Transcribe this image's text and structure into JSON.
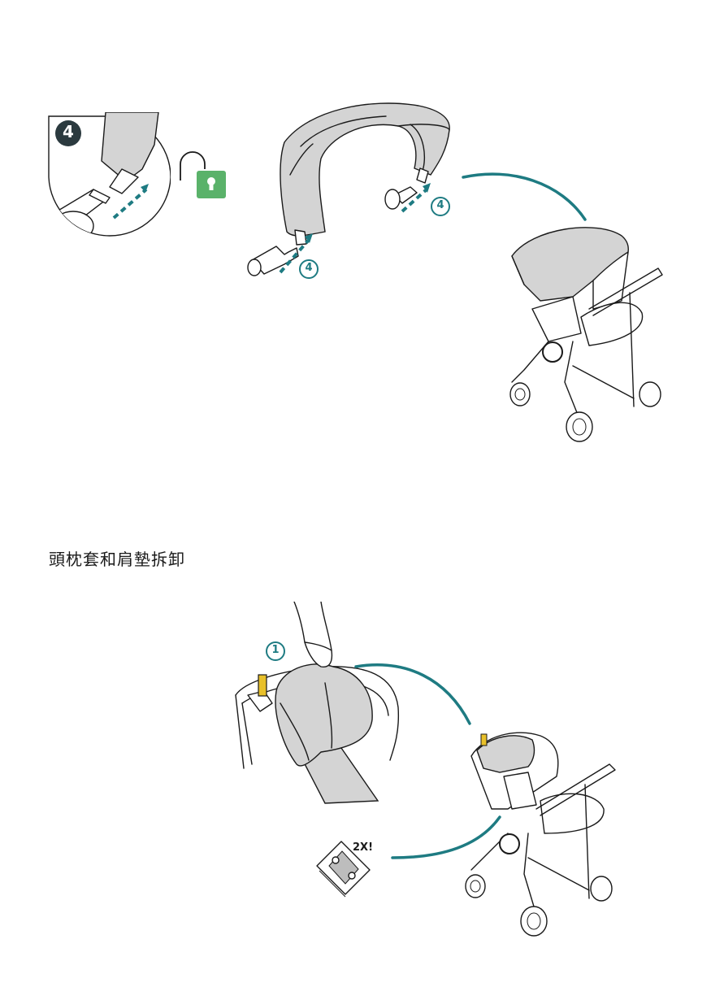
{
  "colors": {
    "accent_teal": "#1e7b82",
    "unlock_green": "#5ab26a",
    "handle_yellow": "#e8c02a",
    "step_badge_dark": "#2b3a3f",
    "fabric_gray": "#d4d4d4"
  },
  "section": {
    "title": "頭枕套和肩墊拆卸"
  },
  "steps": {
    "detail_badge": "4",
    "left_clip_badge": "4",
    "right_clip_badge": "4",
    "headrest_badge": "1"
  },
  "labels": {
    "repeat_count": "2X!"
  },
  "icons": {
    "unlock": "unlock-padlock-icon"
  }
}
